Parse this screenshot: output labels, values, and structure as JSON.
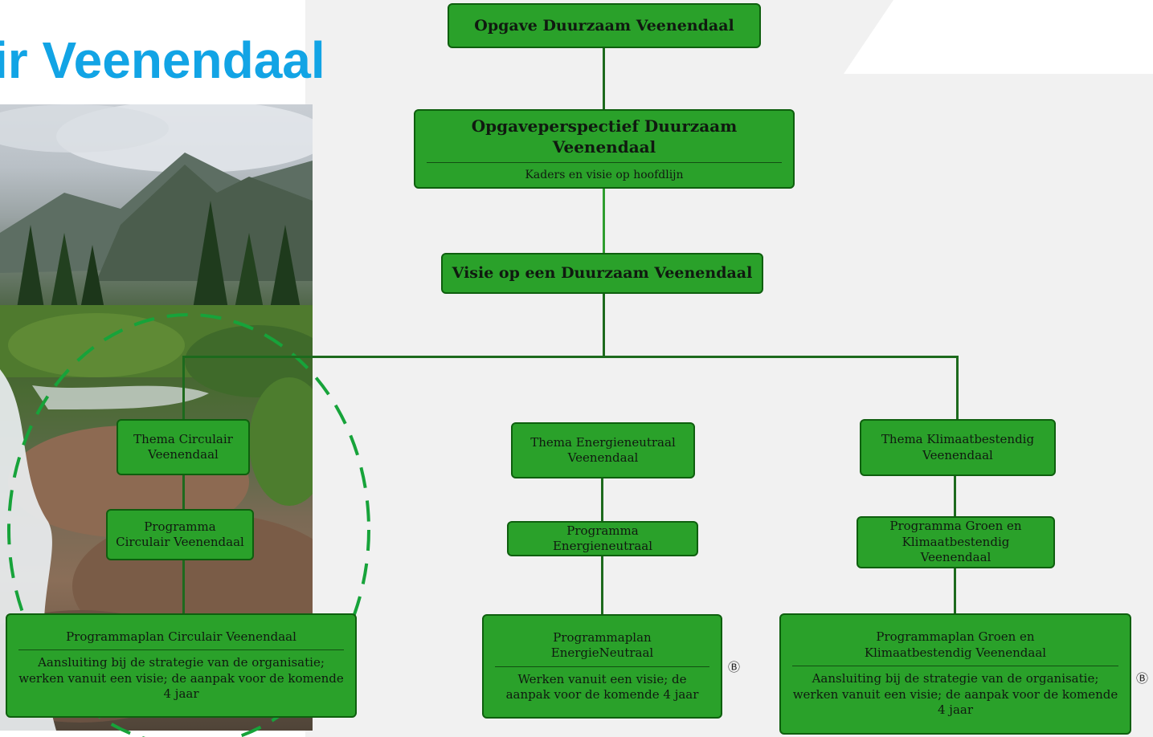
{
  "page": {
    "title": "ir Veenendaal"
  },
  "nodes": {
    "opgave": {
      "title": "Opgave Duurzaam Veenendaal"
    },
    "perspectief": {
      "title": "Opgaveperspectief Duurzaam Veenendaal",
      "subtitle": "Kaders en visie op hoofdlijn"
    },
    "visie": {
      "title": "Visie op een Duurzaam Veenendaal"
    },
    "thema_circulair": {
      "title": "Thema Circulair Veenendaal"
    },
    "thema_energie": {
      "title": "Thema Energieneutraal Veenendaal"
    },
    "thema_klimaat": {
      "title": "Thema Klimaatbestendig Veenendaal"
    },
    "prog_circulair": {
      "title": "Programma Circulair Veenendaal"
    },
    "prog_energie": {
      "title": "Programma Energieneutraal"
    },
    "prog_klimaat": {
      "title": "Programma Groen en Klimaatbestendig Veenendaal"
    },
    "plan_circulair": {
      "title": "Programmaplan Circulair Veenendaal",
      "subtitle": "Aansluiting bij de strategie van de organisatie; werken vanuit een visie; de aanpak voor de komende 4 jaar"
    },
    "plan_energie": {
      "title": "Programmaplan EnergieNeutraal",
      "subtitle": "Werken vanuit een visie; de aanpak voor de komende 4 jaar"
    },
    "plan_klimaat": {
      "title": "Programmaplan Groen en Klimaatbestendig Veenendaal",
      "subtitle": "Aansluiting bij de strategie van de organisatie; werken vanuit een visie; de aanpak voor de komende 4 jaar"
    }
  },
  "markers": {
    "energie": "Ⓑ",
    "klimaat": "Ⓑ"
  },
  "colors": {
    "node_fill": "#2aa12a",
    "node_border": "#0e5f0e",
    "title_blue": "#12a4e5",
    "highlight_dash": "#17a33a"
  }
}
